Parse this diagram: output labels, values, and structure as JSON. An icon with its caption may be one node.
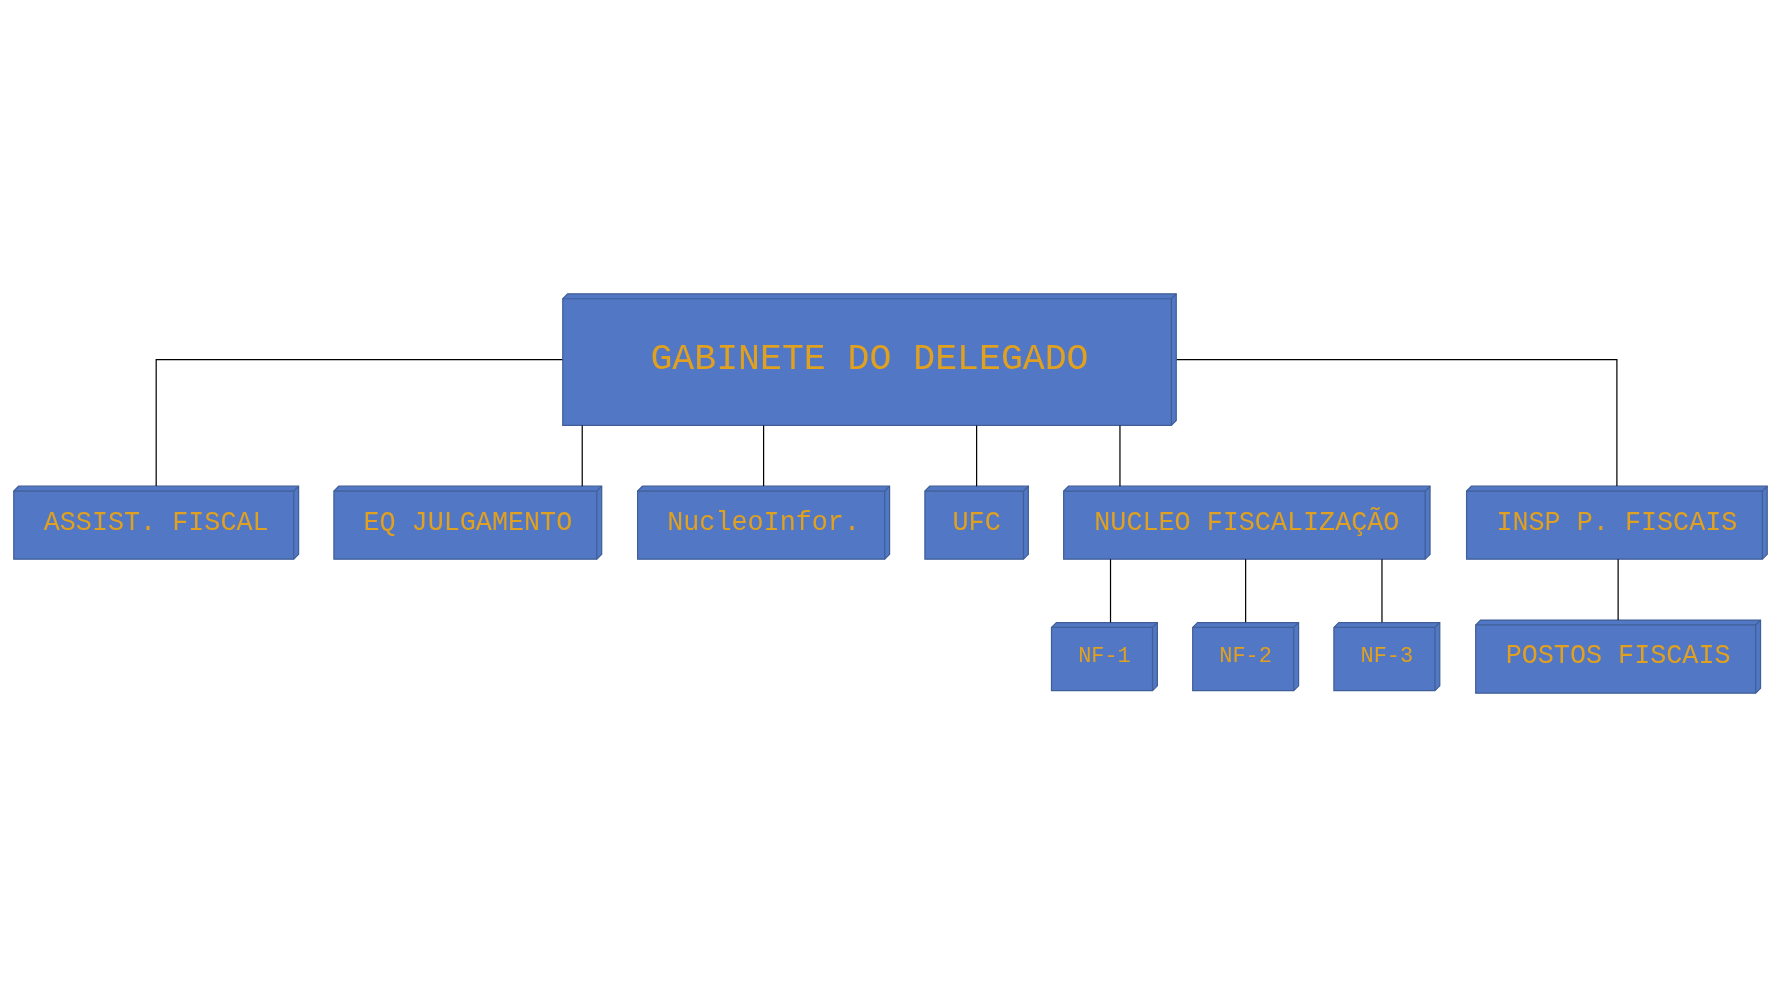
{
  "diagram": {
    "nodes": [
      {
        "text": [
          "GABINETE DO DELEGADO"
        ]
      },
      {
        "text": [
          "ASSIST. FISCAL"
        ]
      },
      {
        "text": [
          "EQ JULGAMENTO"
        ]
      },
      {
        "text": [
          "NucleoInfor."
        ]
      },
      {
        "text": [
          "UFC"
        ]
      },
      {
        "text": [
          "NUCLEO FISCALIZAÇÃO"
        ]
      },
      {
        "text": [
          "INSP P. FISCAIS"
        ]
      },
      {
        "text": [
          "NF-1"
        ]
      },
      {
        "text": [
          "NF-2"
        ]
      },
      {
        "text": [
          "NF-3"
        ]
      },
      {
        "text": [
          "POSTOS FISCAIS"
        ]
      }
    ],
    "edges": [
      {
        "from": 0,
        "to": 1,
        "arrow": "none"
      },
      {
        "from": 0,
        "to": 2,
        "arrow": "none"
      },
      {
        "from": 0,
        "to": 3,
        "arrow": "none"
      },
      {
        "from": 0,
        "to": 4,
        "arrow": "none"
      },
      {
        "from": 0,
        "to": 5,
        "arrow": "none"
      },
      {
        "from": 0,
        "to": 6,
        "arrow": "none"
      },
      {
        "from": 5,
        "to": 7,
        "arrow": "none"
      },
      {
        "from": 5,
        "to": 8,
        "arrow": "none"
      },
      {
        "from": 5,
        "to": 9,
        "arrow": "none"
      },
      {
        "from": 6,
        "to": 10,
        "arrow": "none"
      }
    ]
  }
}
